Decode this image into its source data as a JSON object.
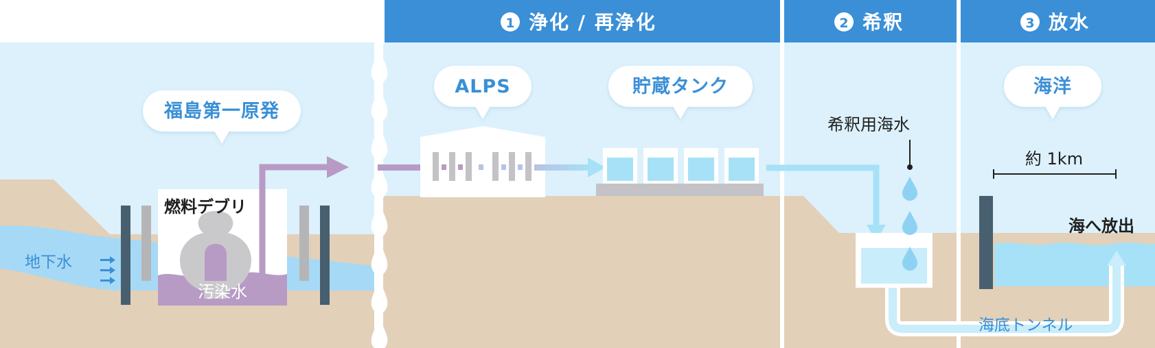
{
  "header": {
    "step1": {
      "num": "1",
      "label": "浄化 / 再浄化"
    },
    "step2": {
      "num": "2",
      "label": "希釈"
    },
    "step3": {
      "num": "3",
      "label": "放水"
    }
  },
  "bubbles": {
    "plant": "福島第一原発",
    "alps": "ALPS",
    "tank": "貯蔵タンク",
    "ocean": "海洋"
  },
  "labels": {
    "groundwater": "地下水",
    "debris": "燃料デブリ",
    "contaminated": "汚染水",
    "dilution_seawater": "希釈用海水",
    "distance": "約 1km",
    "discharge": "海へ放出",
    "tunnel": "海底トンネル"
  },
  "colors": {
    "header": "#3a8fd6",
    "sky": "#dcf1fc",
    "ground": "#e3d0b8",
    "contaminated": "#b89bc4",
    "water": "#a6e1f7",
    "wall": "#485f70"
  }
}
